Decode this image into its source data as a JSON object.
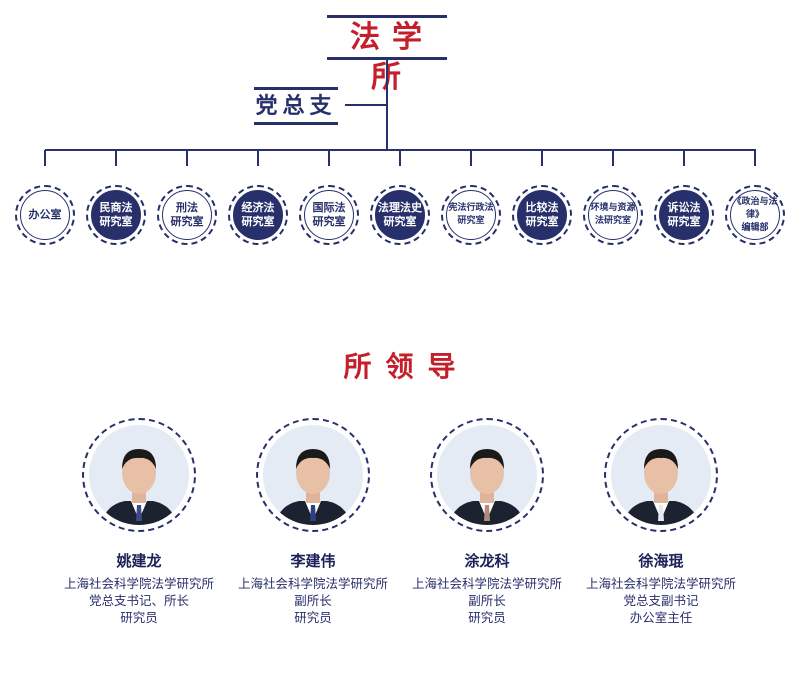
{
  "org": {
    "title": "法学所",
    "party": "党总支"
  },
  "departments": [
    {
      "label": "办公室",
      "filled": false
    },
    {
      "label": "民商法\n研究室",
      "filled": true
    },
    {
      "label": "刑法\n研究室",
      "filled": false
    },
    {
      "label": "经济法\n研究室",
      "filled": true
    },
    {
      "label": "国际法\n研究室",
      "filled": false
    },
    {
      "label": "法理法史\n研究室",
      "filled": true
    },
    {
      "label": "宪法行政法\n研究室",
      "filled": false
    },
    {
      "label": "比较法\n研究室",
      "filled": true
    },
    {
      "label": "环境与资源\n法研究室",
      "filled": false
    },
    {
      "label": "诉讼法\n研究室",
      "filled": true
    },
    {
      "label": "《政治与法律》\n编辑部",
      "filled": false
    }
  ],
  "leaders_title": "所领导",
  "leaders": [
    {
      "name": "姚建龙",
      "lines": [
        "上海社会科学院法学研究所",
        "党总支书记、所长",
        "研究员"
      ]
    },
    {
      "name": "李建伟",
      "lines": [
        "上海社会科学院法学研究所",
        "副所长",
        "研究员"
      ]
    },
    {
      "name": "涂龙科",
      "lines": [
        "上海社会科学院法学研究所",
        "副所长",
        "研究员"
      ]
    },
    {
      "name": "徐海琨",
      "lines": [
        "上海社会科学院法学研究所",
        "党总支副书记",
        "办公室主任"
      ]
    }
  ],
  "colors": {
    "navy": "#27306b",
    "red": "#c41f2a"
  }
}
